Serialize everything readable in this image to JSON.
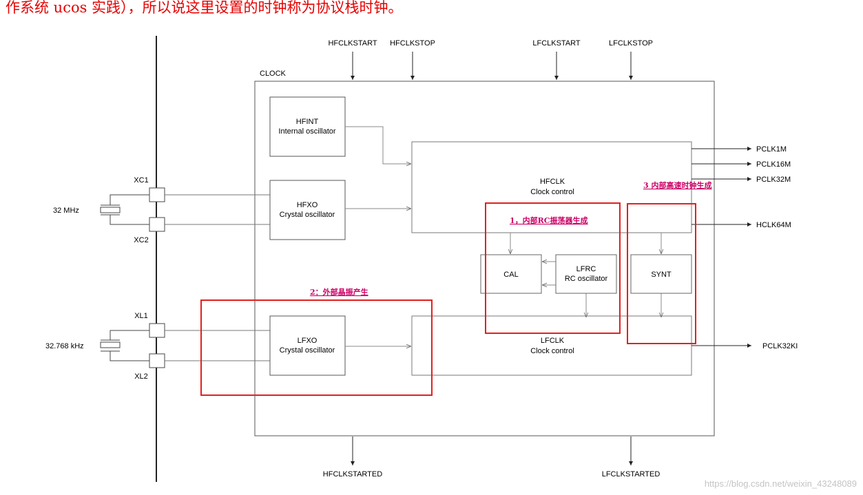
{
  "header_text": "作系统 ucos 实践），所以说这里设置的时钟称为协议栈时钟。",
  "diagram": {
    "clock_label": "CLOCK",
    "top_signals": [
      "HFCLKSTART",
      "HFCLKSTOP",
      "LFCLKSTART",
      "LFCLKSTOP"
    ],
    "bottom_signals": [
      "HFCLKSTARTED",
      "LFCLKSTARTED"
    ],
    "pins": [
      "XC1",
      "XC2",
      "XL1",
      "XL2"
    ],
    "crystals": [
      "32 MHz",
      "32.768 kHz"
    ],
    "hfint": {
      "name": "HFINT",
      "desc": "Internal oscillator"
    },
    "hfxo": {
      "name": "HFXO",
      "desc": "Crystal oscillator"
    },
    "lfxo": {
      "name": "LFXO",
      "desc": "Crystal oscillator"
    },
    "hfclk": {
      "name": "HFCLK",
      "desc": "Clock control"
    },
    "lfclk": {
      "name": "LFCLK",
      "desc": "Clock control"
    },
    "cal": "CAL",
    "lfrc": {
      "name": "LFRC",
      "desc": "RC oscillator"
    },
    "synt": "SYNT",
    "outputs": [
      "PCLK1M",
      "PCLK16M",
      "PCLK32M",
      "HCLK64M",
      "PCLK32KI"
    ]
  },
  "annotations": {
    "rc_note": "1，内部RC振荡器生成",
    "crystal_note": "2：外部晶振产生",
    "synt_note": "3 内部高速时钟生成"
  },
  "watermark": "https://blog.csdn.net/weixin_43248089",
  "colors": {
    "highlight_box": "#e02020",
    "note_text": "#cc0066",
    "header_text": "#e60000"
  }
}
